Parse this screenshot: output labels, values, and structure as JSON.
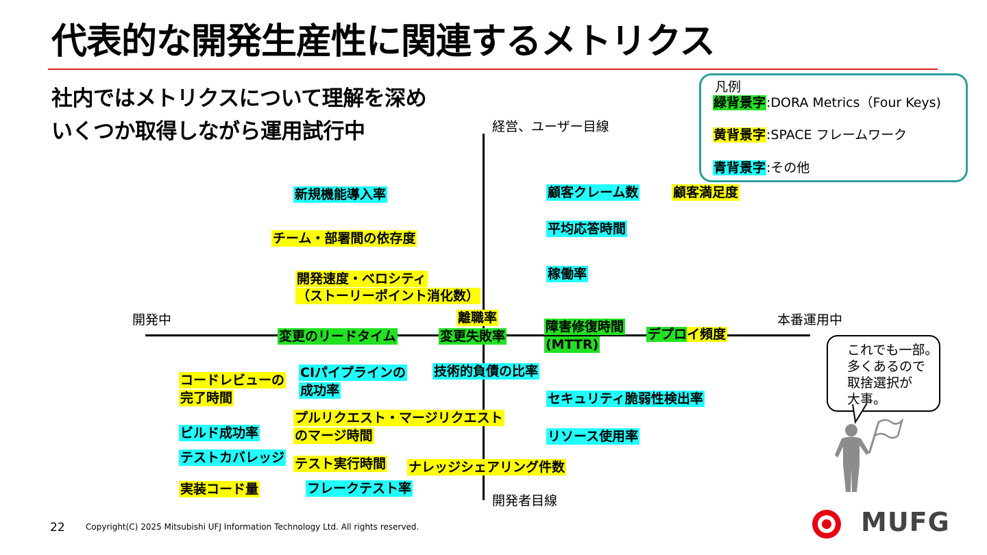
{
  "title": "代表的な開発生産性に関連するメトリクス",
  "subtitle": {
    "line1": "社内ではメトリクスについて理解を深め",
    "line2": "いくつか取得しながら運用試行中"
  },
  "axes": {
    "top": "経営、ユーザー目線",
    "bottom": "開発者目線",
    "left": "開発中",
    "right": "本番運用中"
  },
  "legend": {
    "title": "凡例",
    "items": [
      {
        "key": "緑背景字",
        "sep": ":",
        "desc": "DORA Metrics（Four Keys)",
        "color": "#22e022"
      },
      {
        "key": "黄背景字",
        "sep": ":",
        "desc": "SPACE フレームワーク",
        "color": "#ffff00"
      },
      {
        "key": "青背景字",
        "sep": ":",
        "desc": "その他",
        "color": "#22ffff"
      }
    ]
  },
  "metrics": {
    "new_feature_adoption": "新規機能導入率",
    "team_dependency": "チーム・部署間の依存度",
    "velocity_line1": "開発速度・ベロシティ",
    "velocity_line2": "（ストーリーポイント消化数）",
    "customer_complaints": "顧客クレーム数",
    "customer_satisfaction": "顧客満足度",
    "avg_response_time": "平均応答時間",
    "availability": "稼働率",
    "turnover_rate": "離職率",
    "lead_time": "変更のリードタイム",
    "change_failure_rate": "変更失敗率",
    "mttr_line1": "障害修復時間",
    "mttr_line2": "(MTTR)",
    "deploy_freq_a": "デプロ",
    "deploy_freq_b": "イ頻度",
    "code_review_line1": "コードレビューの",
    "code_review_line2": "完了時間",
    "ci_line1": "CIパイプラインの",
    "ci_line2": "成功率",
    "tech_debt": "技術的負債の比率",
    "security_vuln": "セキュリティ脆弱性検出率",
    "pr_merge_line1": "プルリクエスト・マージリクエスト",
    "pr_merge_line2": "のマージ時間",
    "build_success": "ビルド成功率",
    "resource_usage": "リソース使用率",
    "test_coverage": "テストカバレッジ",
    "test_exec_time": "テスト実行時間",
    "knowledge_sharing": "ナレッジシェアリング件数",
    "impl_code_volume": "実装コード量",
    "flaky_test": "フレークテスト率"
  },
  "bubble": {
    "line1": "これでも一部。",
    "line2": "多くあるので",
    "line3": "取捨選択が",
    "line4": "大事。"
  },
  "footer": {
    "page": "22",
    "copyright": "Copyright(C) 2025 Mitsubishi UFJ Information Technology Ltd.  All rights reserved."
  },
  "logo": {
    "text": "MUFG",
    "color": "#e60012"
  }
}
